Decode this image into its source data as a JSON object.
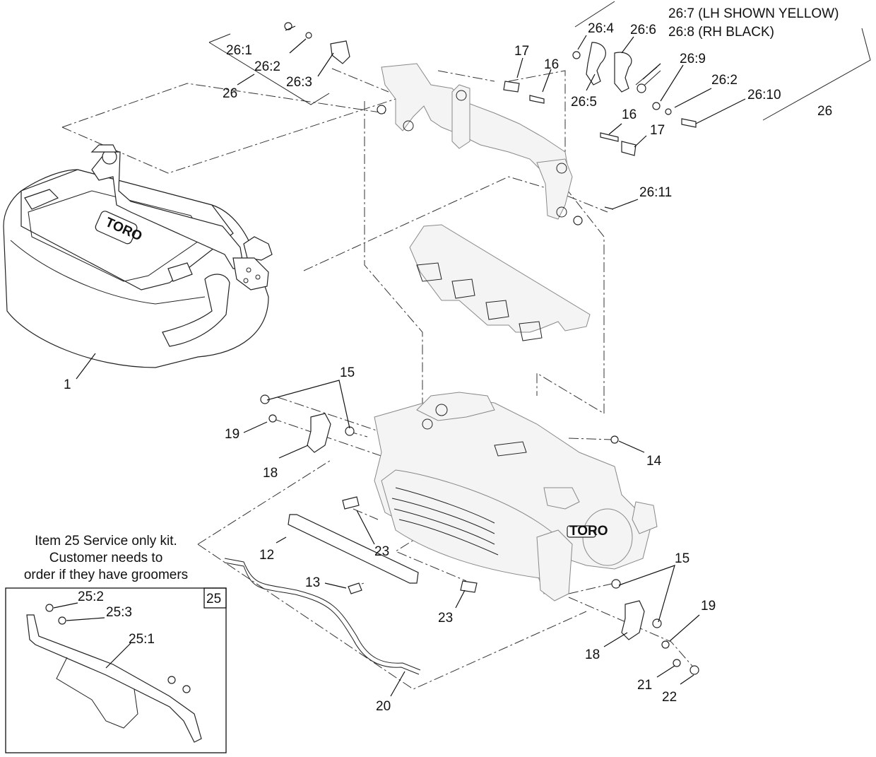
{
  "labels": {
    "l1": "1",
    "l12": "12",
    "l13": "13",
    "l14": "14",
    "l15a": "15",
    "l15b": "15",
    "l16a": "16",
    "l16b": "16",
    "l17a": "17",
    "l17b": "17",
    "l18a": "18",
    "l18b": "18",
    "l19a": "19",
    "l19b": "19",
    "l20": "20",
    "l21": "21",
    "l22": "22",
    "l23a": "23",
    "l23b": "23",
    "l26a": "26",
    "l26b": "26",
    "l26_1": "26:1",
    "l26_2a": "26:2",
    "l26_2b": "26:2",
    "l26_3": "26:3",
    "l26_4": "26:4",
    "l26_5": "26:5",
    "l26_6": "26:6",
    "l26_7": "26:7 (LH SHOWN YELLOW)",
    "l26_8": "26:8  (RH BLACK)",
    "l26_9": "26:9",
    "l26_10": "26:10",
    "l26_11": "26:11",
    "l25_1": "25:1",
    "l25_2": "25:2",
    "l25_3": "25:3",
    "l25box": "25"
  },
  "note": {
    "line1": "Item 25 Service only kit.",
    "line2": "Customer needs to",
    "line3": "order if they have groomers"
  },
  "logo": {
    "basket": "TORO",
    "housing": "TORO"
  }
}
